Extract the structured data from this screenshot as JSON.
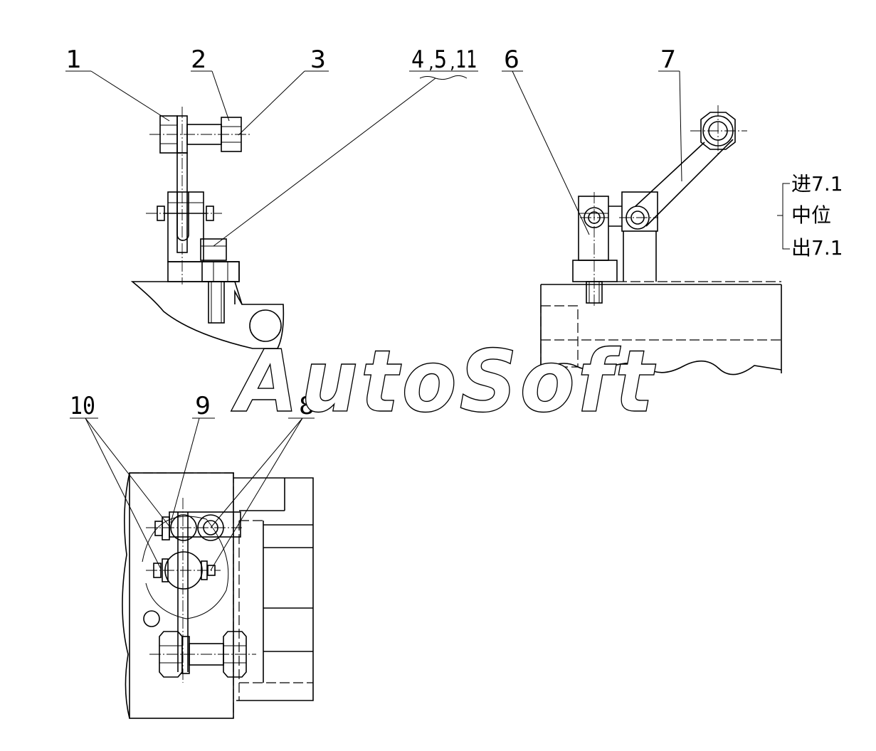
{
  "callouts": {
    "c1": "1",
    "c2": "2",
    "c3": "3",
    "c4": "4",
    "c5": "5",
    "c11": "11",
    "c6": "6",
    "c7": "7",
    "c8": "8",
    "c9": "9",
    "c10": "10"
  },
  "positions_note": {
    "in": "进7.1",
    "mid": "中位",
    "out": "出7.1"
  },
  "watermark": "AutoSoft",
  "colors": {
    "line": "#000000",
    "background": "#ffffff"
  }
}
